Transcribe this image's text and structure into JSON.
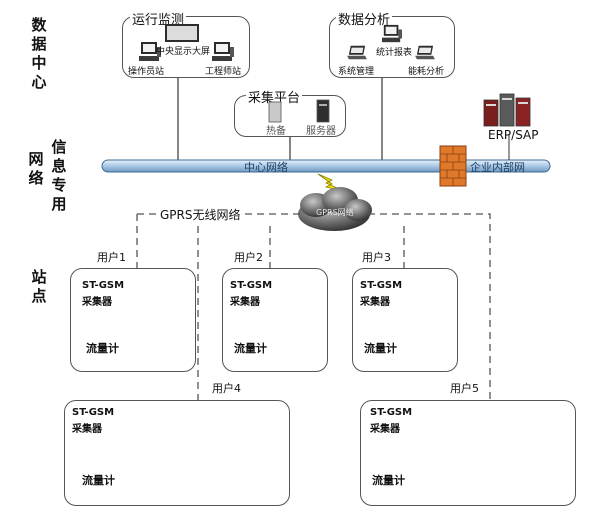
{
  "sections": {
    "data_center": "数据中心",
    "network": "网络",
    "info_dedicated": "信息专用",
    "site": "站点"
  },
  "ops_monitor": {
    "title": "运行监测",
    "big_screen": "中央显示大屏",
    "operator": "操作员站",
    "engineer": "工程师站"
  },
  "data_analysis": {
    "title": "数据分析",
    "report": "统计报表",
    "sys_mgmt": "系统管理",
    "energy": "能耗分析"
  },
  "collection": {
    "title": "采集平台",
    "hot_standby": "热备",
    "server": "服务器"
  },
  "erp": "ERP/SAP",
  "network_bar": {
    "center": "中心网络",
    "enterprise": "企业内部网"
  },
  "gprs": {
    "label": "GPRS无线网络",
    "cloud": "GPRS网络"
  },
  "users": {
    "u1": "用户1",
    "u2": "用户2",
    "u3": "用户3",
    "u4": "用户4",
    "u5": "用户5"
  },
  "device": {
    "name_line1": "ST-GSM",
    "name_line2": "采集器",
    "meter": "流量计"
  },
  "colors": {
    "network_bar": "#b9d3ee",
    "firewall": "#e07a2a",
    "lightning": "#f2e200",
    "meter_pipe": "#9ec6d4",
    "dashed": "#555555"
  }
}
